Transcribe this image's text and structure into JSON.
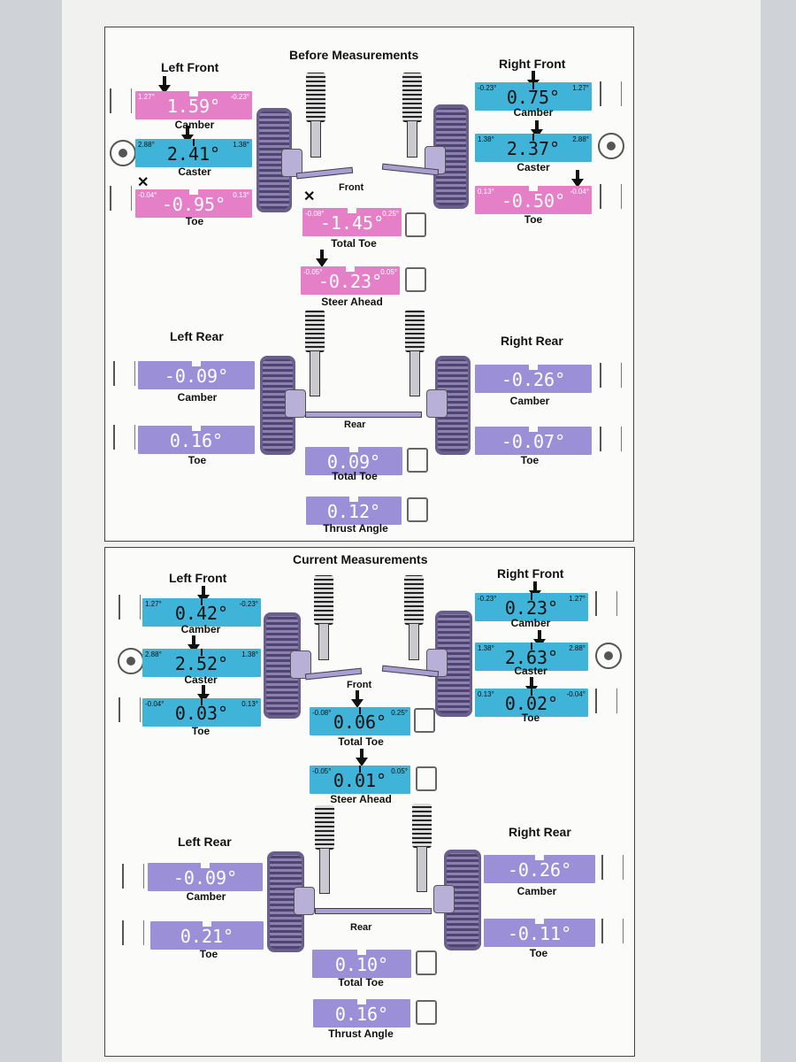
{
  "before": {
    "title": "Before Measurements",
    "left_front": {
      "heading": "Left Front",
      "camber": {
        "value": "1.59°",
        "min": "1.27°",
        "max": "-0.23°",
        "label": "Camber"
      },
      "caster": {
        "value": "2.41°",
        "min": "2.88°",
        "max": "1.38°",
        "label": "Caster"
      },
      "toe": {
        "value": "-0.95°",
        "min": "-0.04°",
        "max": "0.13°",
        "label": "Toe"
      }
    },
    "right_front": {
      "heading": "Right Front",
      "camber": {
        "value": "0.75°",
        "min": "-0.23°",
        "max": "1.27°",
        "label": "Camber"
      },
      "caster": {
        "value": "2.37°",
        "min": "1.38°",
        "max": "2.88°",
        "label": "Caster"
      },
      "toe": {
        "value": "-0.50°",
        "min": "0.13°",
        "max": "-0.04°",
        "label": "Toe"
      }
    },
    "front_label": "Front",
    "total_toe": {
      "value": "-1.45°",
      "min": "-0.08°",
      "max": "0.25°",
      "label": "Total Toe"
    },
    "steer_ahead": {
      "value": "-0.23°",
      "min": "-0.05°",
      "max": "0.05°",
      "label": "Steer Ahead"
    },
    "left_rear": {
      "heading": "Left Rear",
      "camber": {
        "value": "-0.09°",
        "label": "Camber"
      },
      "toe": {
        "value": "0.16°",
        "label": "Toe"
      }
    },
    "right_rear": {
      "heading": "Right Rear",
      "camber": {
        "value": "-0.26°",
        "label": "Camber"
      },
      "toe": {
        "value": "-0.07°",
        "label": "Toe"
      }
    },
    "rear_label": "Rear",
    "rear_total_toe": {
      "value": "0.09°",
      "label": "Total Toe"
    },
    "thrust_angle": {
      "value": "0.12°",
      "label": "Thrust Angle"
    }
  },
  "current": {
    "title": "Current Measurements",
    "left_front": {
      "heading": "Left Front",
      "camber": {
        "value": "0.42°",
        "min": "1.27°",
        "max": "-0.23°",
        "label": "Camber"
      },
      "caster": {
        "value": "2.52°",
        "min": "2.88°",
        "max": "1.38°",
        "label": "Caster"
      },
      "toe": {
        "value": "0.03°",
        "min": "-0.04°",
        "max": "0.13°",
        "label": "Toe"
      }
    },
    "right_front": {
      "heading": "Right Front",
      "camber": {
        "value": "0.23°",
        "min": "-0.23°",
        "max": "1.27°",
        "label": "Camber"
      },
      "caster": {
        "value": "2.63°",
        "min": "1.38°",
        "max": "2.88°",
        "label": "Caster"
      },
      "toe": {
        "value": "0.02°",
        "min": "0.13°",
        "max": "-0.04°",
        "label": "Toe"
      }
    },
    "front_label": "Front",
    "total_toe": {
      "value": "0.06°",
      "min": "-0.08°",
      "max": "0.25°",
      "label": "Total Toe"
    },
    "steer_ahead": {
      "value": "0.01°",
      "min": "-0.05°",
      "max": "0.05°",
      "label": "Steer Ahead"
    },
    "left_rear": {
      "heading": "Left Rear",
      "camber": {
        "value": "-0.09°",
        "label": "Camber"
      },
      "toe": {
        "value": "0.21°",
        "label": "Toe"
      }
    },
    "right_rear": {
      "heading": "Right Rear",
      "camber": {
        "value": "-0.26°",
        "label": "Camber"
      },
      "toe": {
        "value": "-0.11°",
        "label": "Toe"
      }
    },
    "rear_label": "Rear",
    "rear_total_toe": {
      "value": "0.10°",
      "label": "Total Toe"
    },
    "thrust_angle": {
      "value": "0.16°",
      "label": "Thrust Angle"
    }
  },
  "colors": {
    "out_of_spec": "#e47fc8",
    "in_spec": "#3fb4d8",
    "no_spec": "#9b90d8"
  }
}
